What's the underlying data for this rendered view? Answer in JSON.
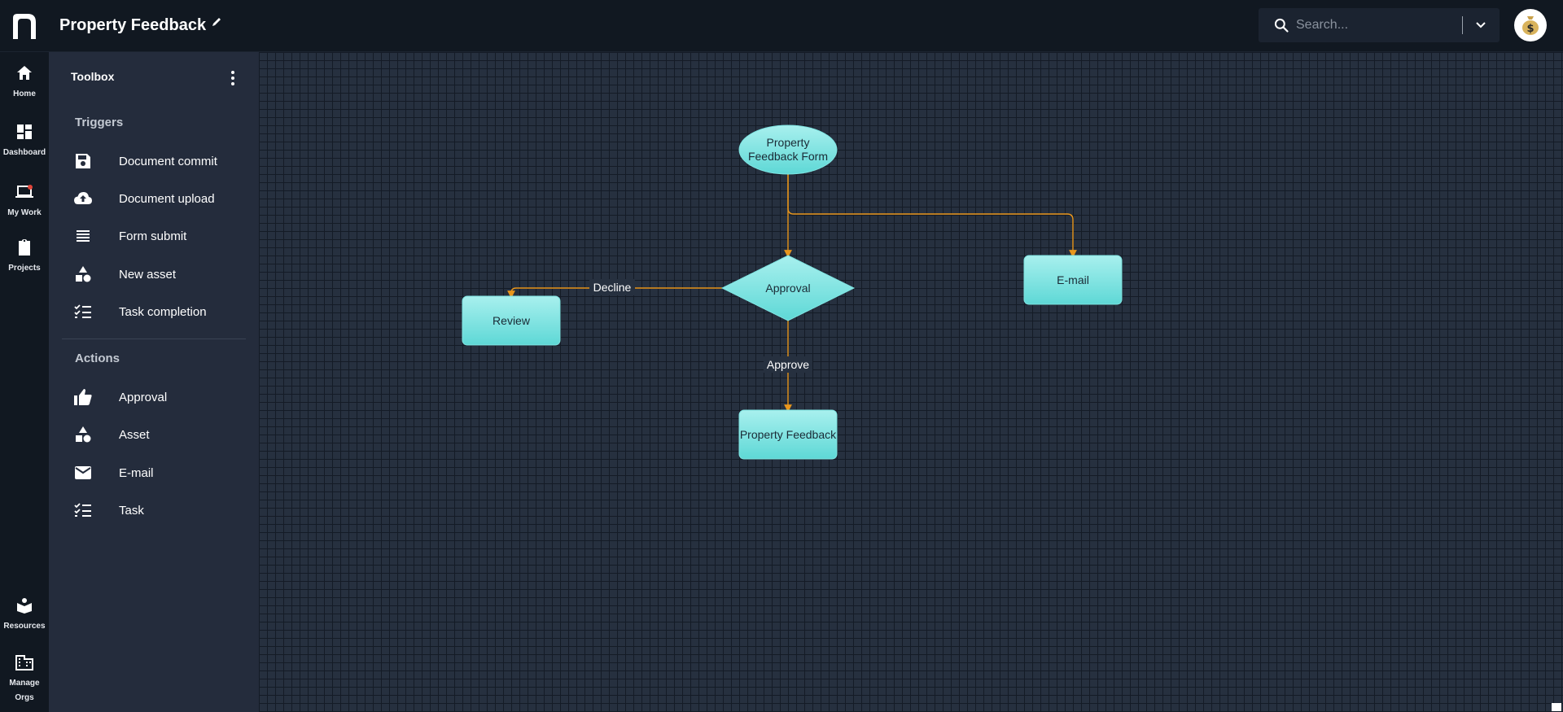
{
  "header": {
    "title": "Property Feedback",
    "search_placeholder": "Search..."
  },
  "nav": {
    "items": [
      {
        "label": "Home",
        "icon": "home-icon"
      },
      {
        "label": "Dashboard",
        "icon": "dashboard-icon"
      },
      {
        "label": "My Work",
        "icon": "laptop-icon"
      },
      {
        "label": "Projects",
        "icon": "clipboard-icon"
      },
      {
        "label": "Resources",
        "icon": "resources-icon"
      },
      {
        "label": "Manage Orgs",
        "icon": "building-icon"
      }
    ]
  },
  "toolbox": {
    "title": "Toolbox",
    "triggers_title": "Triggers",
    "triggers": [
      {
        "label": "Document commit",
        "icon": "save-icon"
      },
      {
        "label": "Document upload",
        "icon": "cloud-upload-icon"
      },
      {
        "label": "Form submit",
        "icon": "list-lines-icon"
      },
      {
        "label": "New asset",
        "icon": "shapes-icon"
      },
      {
        "label": "Task completion",
        "icon": "checklist-icon"
      }
    ],
    "actions_title": "Actions",
    "actions": [
      {
        "label": "Approval",
        "icon": "thumbs-up-icon"
      },
      {
        "label": "Asset",
        "icon": "shapes-icon"
      },
      {
        "label": "E-mail",
        "icon": "mail-icon"
      },
      {
        "label": "Task",
        "icon": "checklist-icon"
      }
    ]
  },
  "flow": {
    "start_line1": "Property",
    "start_line2": "Feedback Form",
    "decision": "Approval",
    "review": "Review",
    "email": "E-mail",
    "result": "Property Feedback",
    "label_decline": "Decline",
    "label_approve": "Approve"
  },
  "colors": {
    "node_fill_top": "#a8f0ee",
    "node_fill_bottom": "#5ed8d6",
    "edge": "#e8961c",
    "canvas": "#26303f",
    "toolbox": "#242c3c"
  }
}
